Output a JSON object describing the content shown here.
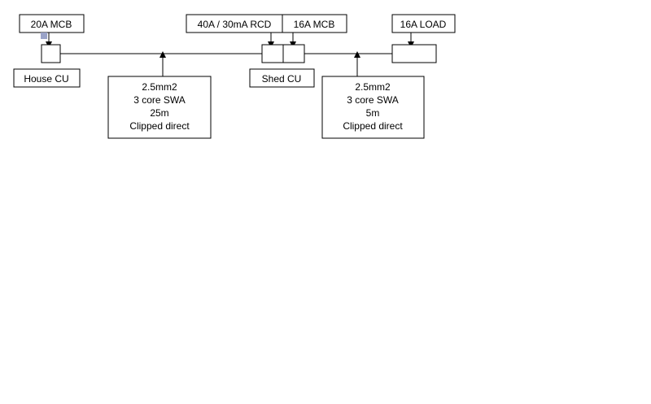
{
  "labels": {
    "mcb_20a": "20A MCB",
    "house_cu": "House CU",
    "rcd": "40A / 30mA RCD",
    "mcb_16a": "16A MCB",
    "shed_cu": "Shed CU",
    "load_16a": "16A LOAD"
  },
  "cable_1": [
    "2.5mm2",
    "3 core SWA",
    "25m",
    "Clipped direct"
  ],
  "cable_2": [
    "2.5mm2",
    "3 core SWA",
    "5m",
    "Clipped direct"
  ],
  "colors": {
    "stroke": "#000000",
    "marker": "#9aa3c8"
  }
}
